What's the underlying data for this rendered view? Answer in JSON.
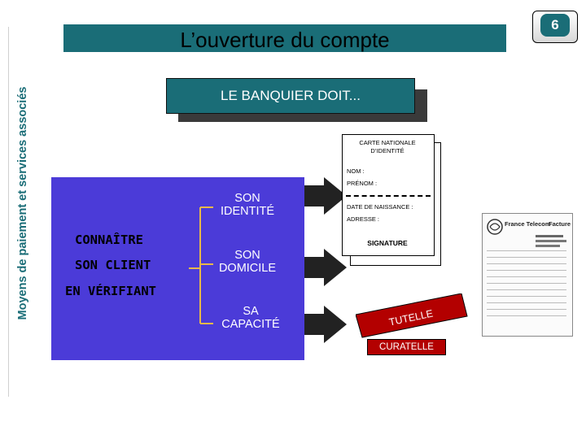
{
  "side": {
    "title": "Moyens de paiement et services associés"
  },
  "header": {
    "title": "L’ouverture du compte",
    "page_number": "6"
  },
  "banquier": {
    "label": "LE BANQUIER DOIT..."
  },
  "main": {
    "line1": "CONNAÎTRE",
    "line2": "SON CLIENT",
    "line3": "EN VÉRIFIANT",
    "branches": [
      {
        "line1": "SON",
        "line2": "IDENTITÉ"
      },
      {
        "line1": "SON",
        "line2": "DOMICILE"
      },
      {
        "line1": "SA",
        "line2": "CAPACITÉ"
      }
    ]
  },
  "card": {
    "title_line1": "CARTE NATIONALE",
    "title_line2": "D’IDENTITÉ",
    "nom": "NOM :",
    "prenom": "PRÉNOM :",
    "date_naissance": "DATE DE NAISSANCE :",
    "adresse": "ADRESSE :",
    "signature": "SIGNATURE"
  },
  "capacity": {
    "tutelle": "TUTELLE",
    "curatelle": "CURATELLE"
  },
  "facture": {
    "brand": "France Telecom",
    "doc_type": "Facture"
  },
  "colors": {
    "teal": "#1a6d77",
    "blue": "#4b3bd8",
    "red": "#b30000",
    "connector": "#e8b84a"
  },
  "icons": {
    "arrow": "arrow-right-icon",
    "logo": "france-telecom-logo-icon"
  }
}
